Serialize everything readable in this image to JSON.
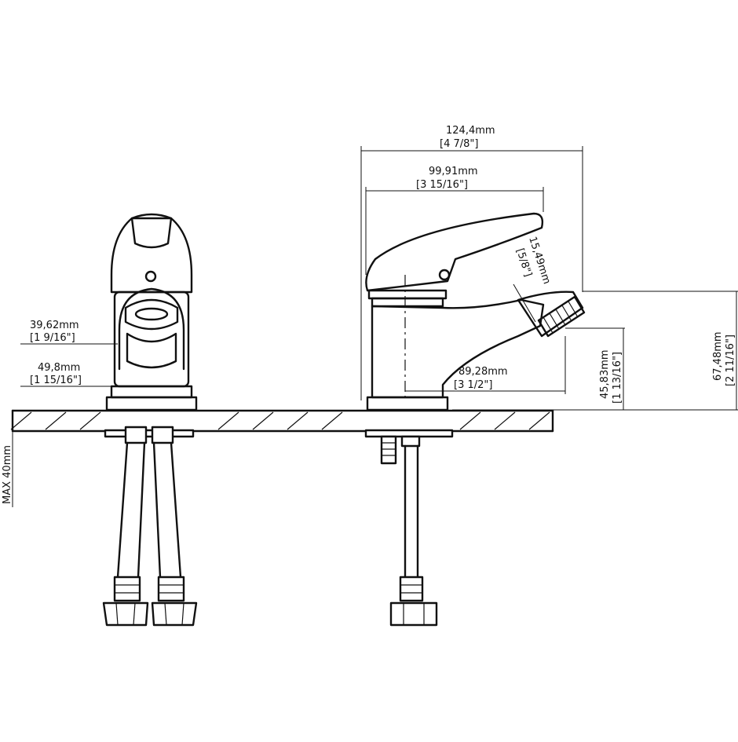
{
  "dimensions": {
    "overall_length": {
      "metric": "124,4mm",
      "imperial": "[4 7/8\"]"
    },
    "spout_reach": {
      "metric": "99,91mm",
      "imperial": "[3 15/16\"]"
    },
    "outlet_diameter": {
      "metric": "15,49mm",
      "imperial": "[5/8\"]"
    },
    "body_height": {
      "metric": "67,48mm",
      "imperial": "[2 11/16\"]"
    },
    "outlet_height": {
      "metric": "45,83mm",
      "imperial": "[1 13/16\"]"
    },
    "spout_projection": {
      "metric": "89,28mm",
      "imperial": "[3 1/2\"]"
    },
    "body_width": {
      "metric": "39,62mm",
      "imperial": "[1 9/16\"]"
    },
    "base_width": {
      "metric": "49,8mm",
      "imperial": "[1 15/16\"]"
    },
    "max_deck_thickness": {
      "label": "MAX 40mm"
    }
  },
  "colors": {
    "line": "#111111",
    "background": "#ffffff"
  }
}
